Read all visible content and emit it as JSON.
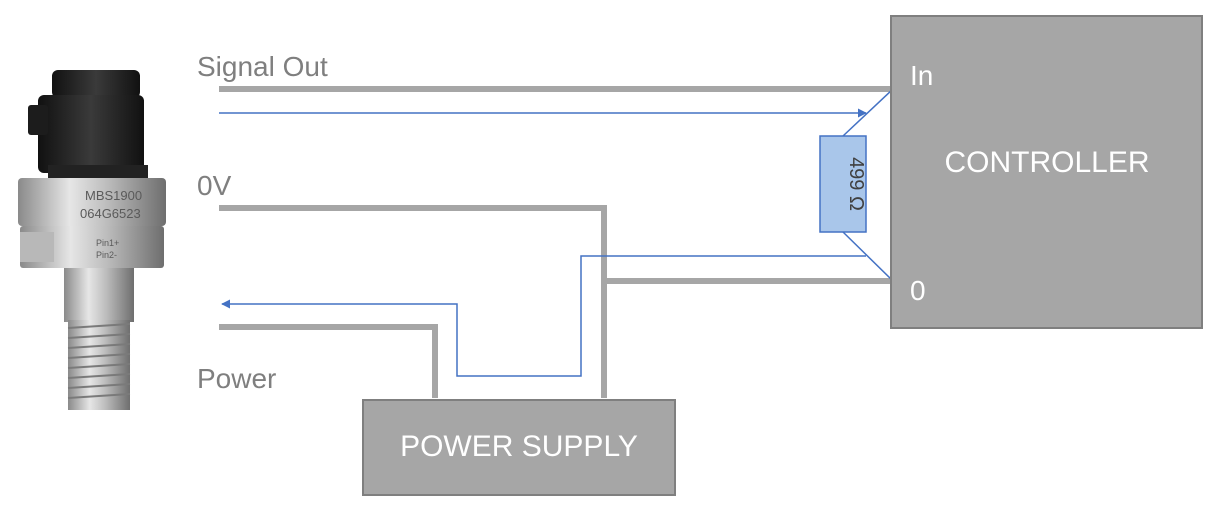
{
  "labels": {
    "signal_out": "Signal Out",
    "zero_volt": "0V",
    "power": "Power"
  },
  "controller": {
    "title": "CONTROLLER",
    "in_terminal": "In",
    "zero_terminal": "0"
  },
  "power_supply": {
    "title": "POWER SUPPLY"
  },
  "resistor": {
    "value": "499 Ω"
  },
  "sensor": {
    "model": "MBS1900",
    "code": "064G6523",
    "pin1": "Pin1+",
    "pin2": "Pin2-"
  },
  "colors": {
    "wire": "#a6a6a6",
    "box_fill": "#a6a6a6",
    "box_border": "#7f7f7f",
    "current_arrow": "#4472c4",
    "resistor_fill": "#a9c6ea",
    "label_text": "#7f7f7f"
  }
}
